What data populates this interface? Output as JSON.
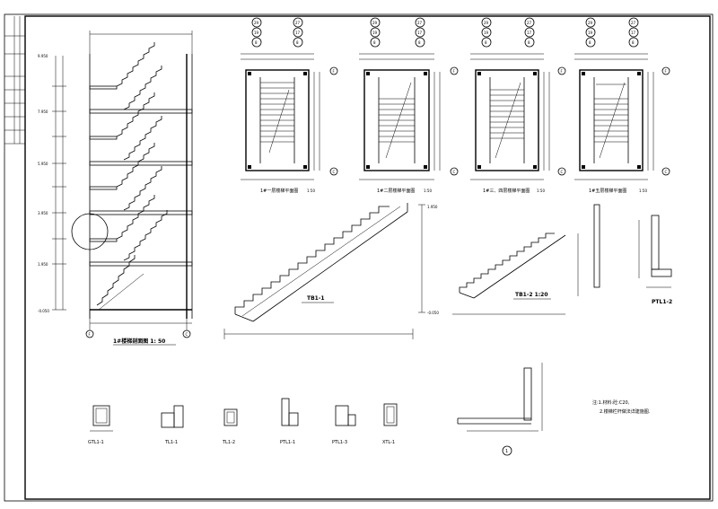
{
  "section_view": {
    "title": "1#楼梯剖面图 1: 50",
    "levels": [
      "-0.050",
      "1.950",
      "3.950",
      "5.950",
      "7.950",
      "9.950"
    ],
    "axis_bottom": [
      "F",
      "C"
    ]
  },
  "plans": [
    {
      "title": "1#一层楼梯平面图",
      "scale": "1:50",
      "axes_top": [
        "29",
        "19",
        "8",
        "27",
        "17",
        "8"
      ],
      "axes_side": [
        "F",
        "C"
      ]
    },
    {
      "title": "1#二层楼梯平面图",
      "scale": "1:50",
      "axes_top": [
        "29",
        "19",
        "8",
        "27",
        "17",
        "8"
      ],
      "axes_side": [
        "F",
        "C"
      ]
    },
    {
      "title": "1#三、四层楼梯平面图",
      "scale": "1:50",
      "axes_top": [
        "29",
        "19",
        "8",
        "27",
        "17",
        "8"
      ],
      "axes_side": [
        "F",
        "C"
      ]
    },
    {
      "title": "1#五层楼梯平面图",
      "scale": "1:50",
      "axes_top": [
        "29",
        "19",
        "8",
        "27",
        "17",
        "8"
      ],
      "axes_side": [
        "F",
        "C"
      ]
    }
  ],
  "tb1": {
    "title": "TB1-1",
    "level_top": "1.950",
    "level_bottom": "-0.050"
  },
  "tb2": {
    "title": "TB1-2 1:20"
  },
  "ptl2": {
    "title": "PTL1-2"
  },
  "sections": [
    "GTL1-1",
    "TL1-1",
    "TL1-2",
    "PTL1-1",
    "PTL1-3",
    "XTL-1"
  ],
  "detail_marker": "1",
  "notes": [
    "注:1.材料:砼:C20,",
    "2.楼梯栏杆做法详建施图."
  ]
}
